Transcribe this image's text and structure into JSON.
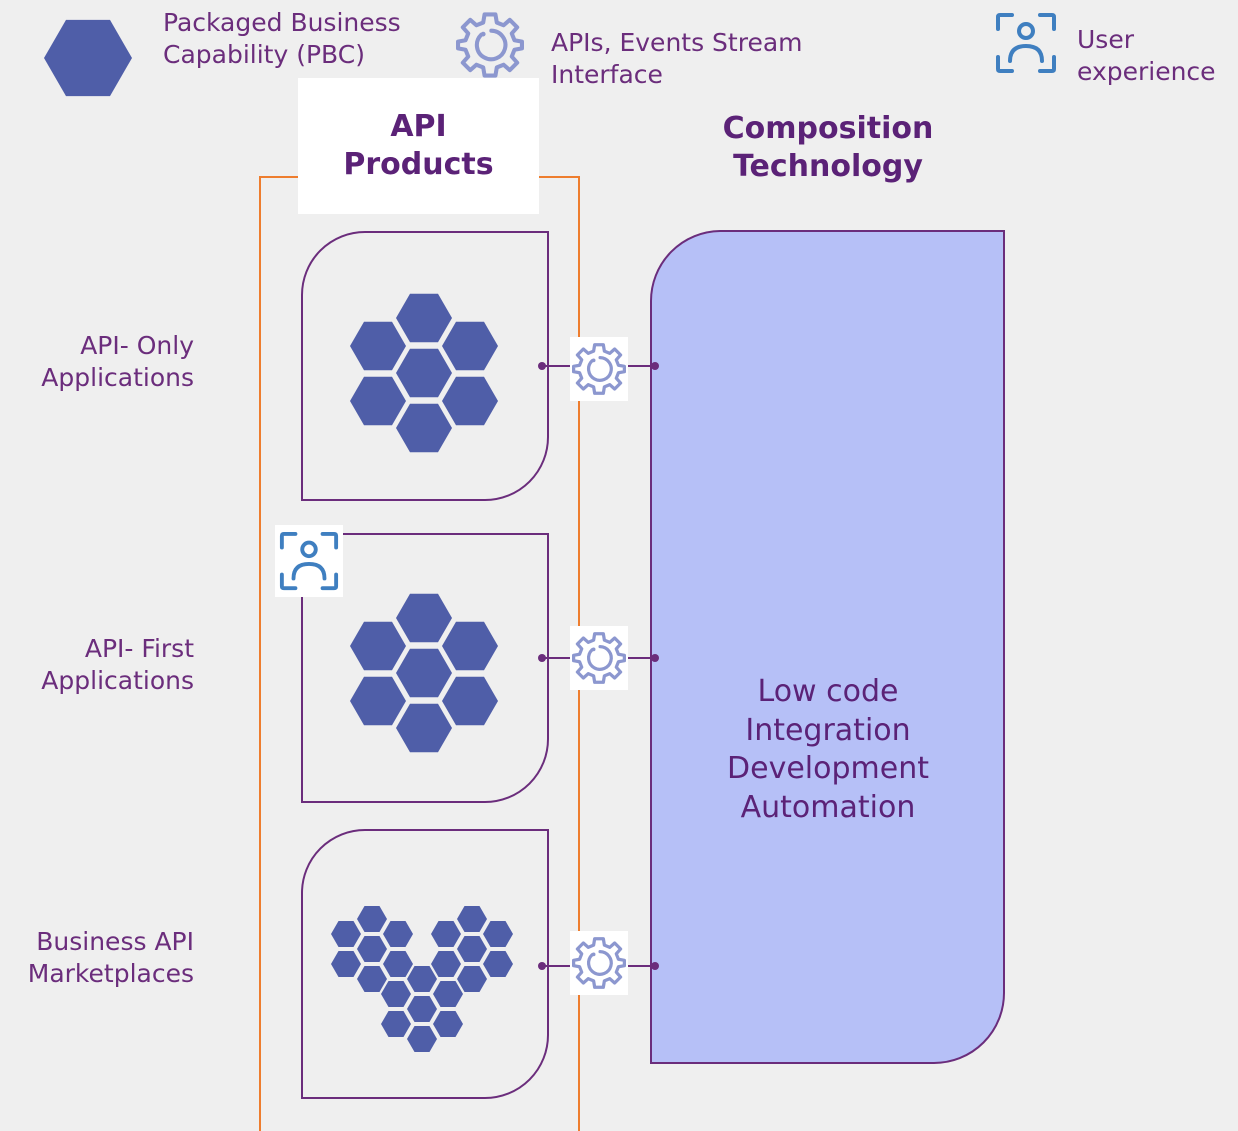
{
  "legend": {
    "pbc_label": [
      "Packaged Business",
      "Capability (PBC)"
    ],
    "api_label": [
      "APIs, Events Stream",
      "Interface"
    ],
    "ux_label": [
      "User",
      "experience"
    ],
    "pbc_icon": "hexagon-icon",
    "api_icon": "gear-icon",
    "ux_icon": "user-scan-icon"
  },
  "api_products_title": [
    "API",
    "Products"
  ],
  "composition_title": [
    "Composition",
    "Technology"
  ],
  "rows": [
    {
      "label": [
        "API- Only",
        "Applications"
      ]
    },
    {
      "label": [
        "API- First",
        "Applications"
      ]
    },
    {
      "label": [
        "Business API",
        "Marketplaces"
      ]
    }
  ],
  "composition_body": [
    "Low code",
    "Integration",
    "Development",
    "Automation"
  ],
  "colors": {
    "hexagon": "#4f5ea8",
    "purple_text": "#6b2d7c",
    "orange_frame": "#ee7d2e",
    "composition_fill": "#b6c0f7",
    "gear": "#8c97cf",
    "ux_icon": "#3f7fc0",
    "background": "#efefef"
  }
}
